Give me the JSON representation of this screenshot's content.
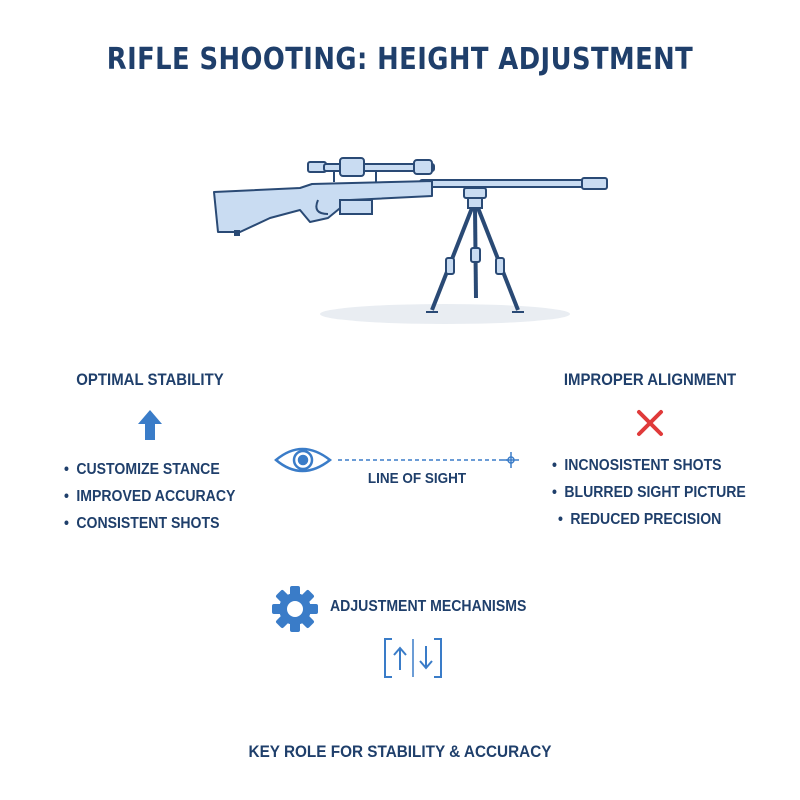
{
  "title": "RIFLE SHOOTING: HEIGHT ADJUSTMENT",
  "colors": {
    "primary_text": "#1f3f6b",
    "accent_blue": "#3a7cc8",
    "rifle_fill": "#c9dcf2",
    "error_red": "#e03a3a"
  },
  "left_panel": {
    "heading": "OPTIMAL STABILITY",
    "icon": "arrow-up-icon",
    "points": [
      "CUSTOMIZE STANCE",
      "IMPROVED ACCURACY",
      "CONSISTENT SHOTS"
    ]
  },
  "center": {
    "label": "LINE OF SIGHT",
    "icon": "eye-icon"
  },
  "right_panel": {
    "heading": "IMPROPER ALIGNMENT",
    "icon": "x-mark-icon",
    "points": [
      "INCNOSISTENT SHOTS",
      "BLURRED SIGHT PICTURE",
      "REDUCED PRECISION"
    ]
  },
  "mechanisms": {
    "label": "ADJUSTMENT MECHANISMS",
    "icons": [
      "gear-icon",
      "up-down-arrows-icon"
    ]
  },
  "footer": "KEY ROLE FOR STABILITY & ACCURACY"
}
